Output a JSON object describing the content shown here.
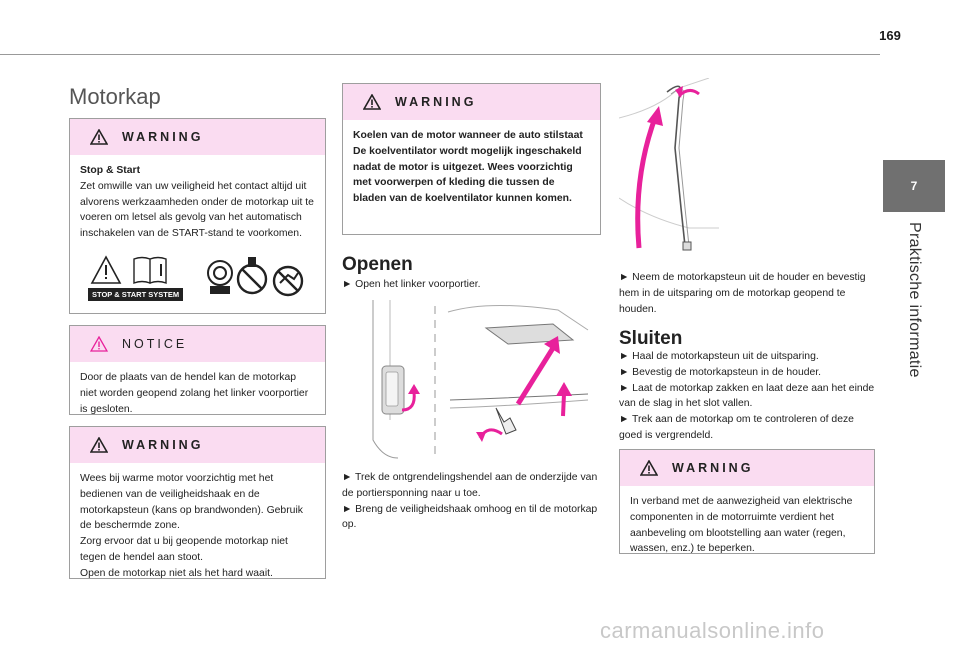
{
  "page_number": "169",
  "side_tab": {
    "number": "7",
    "label": "Praktische informatie"
  },
  "col1": {
    "title": "Motorkap",
    "warning1": {
      "head": "WARNING",
      "lead": "Stop & Start",
      "text": "Zet omwille van uw veiligheid het contact altijd uit alvorens werkzaamheden onder de motorkap uit te voeren om letsel als gevolg van het automatisch inschakelen van de START-stand te voorkomen.",
      "badge": "STOP & START SYSTEM"
    },
    "notice": {
      "head": "NOTICE",
      "text": "Door de plaats van de hendel kan de motorkap niet worden geopend zolang het linker voorportier is gesloten."
    },
    "warning2": {
      "head": "WARNING",
      "lines": [
        "Wees bij warme motor voorzichtig met het bedienen van de veiligheidshaak en de motorkapsteun (kans op brandwonden). Gebruik de beschermde zone.",
        "Zorg ervoor dat u bij geopende motorkap niet tegen de hendel aan stoot.",
        "Open de motorkap niet als het hard waait."
      ]
    }
  },
  "col2": {
    "warning": {
      "head": "WARNING",
      "text": "Koelen van de motor wanneer de auto stilstaat De koelventilator wordt mogelijk ingeschakeld nadat de motor is uitgezet. Wees voorzichtig met voorwerpen of kleding die tussen de bladen van de koelventilator kunnen komen."
    },
    "section_title": "Openen",
    "step1": "► Open het linker voorportier.",
    "steps2": [
      "► Trek de ontgrendelingshendel aan de onderzijde van de portiersponning naar u toe.",
      "► Breng de veiligheidshaak omhoog en til de motorkap op."
    ]
  },
  "col3": {
    "step_prop": "► Neem de motorkapsteun uit de houder en bevestig hem in de uitsparing om de motorkap geopend te houden.",
    "section_title": "Sluiten",
    "steps": [
      "► Haal de motorkapsteun uit de uitsparing.",
      "► Bevestig de motorkapsteun in de houder.",
      "► Laat de motorkap zakken en laat deze aan het einde van de slag in het slot vallen.",
      "► Trek aan de motorkap om te controleren of deze goed is vergrendeld."
    ],
    "warning": {
      "head": "WARNING",
      "text": "In verband met de aanwezigheid van elektrische componenten in de motorruimte verdient het aanbeveling om blootstelling aan water (regen, wassen, enz.) te beperken."
    }
  },
  "watermark": "carmanualsonline.info",
  "colors": {
    "pink_header": "#fadcf1",
    "accent_magenta": "#e8219b",
    "tab_gray": "#707070"
  }
}
